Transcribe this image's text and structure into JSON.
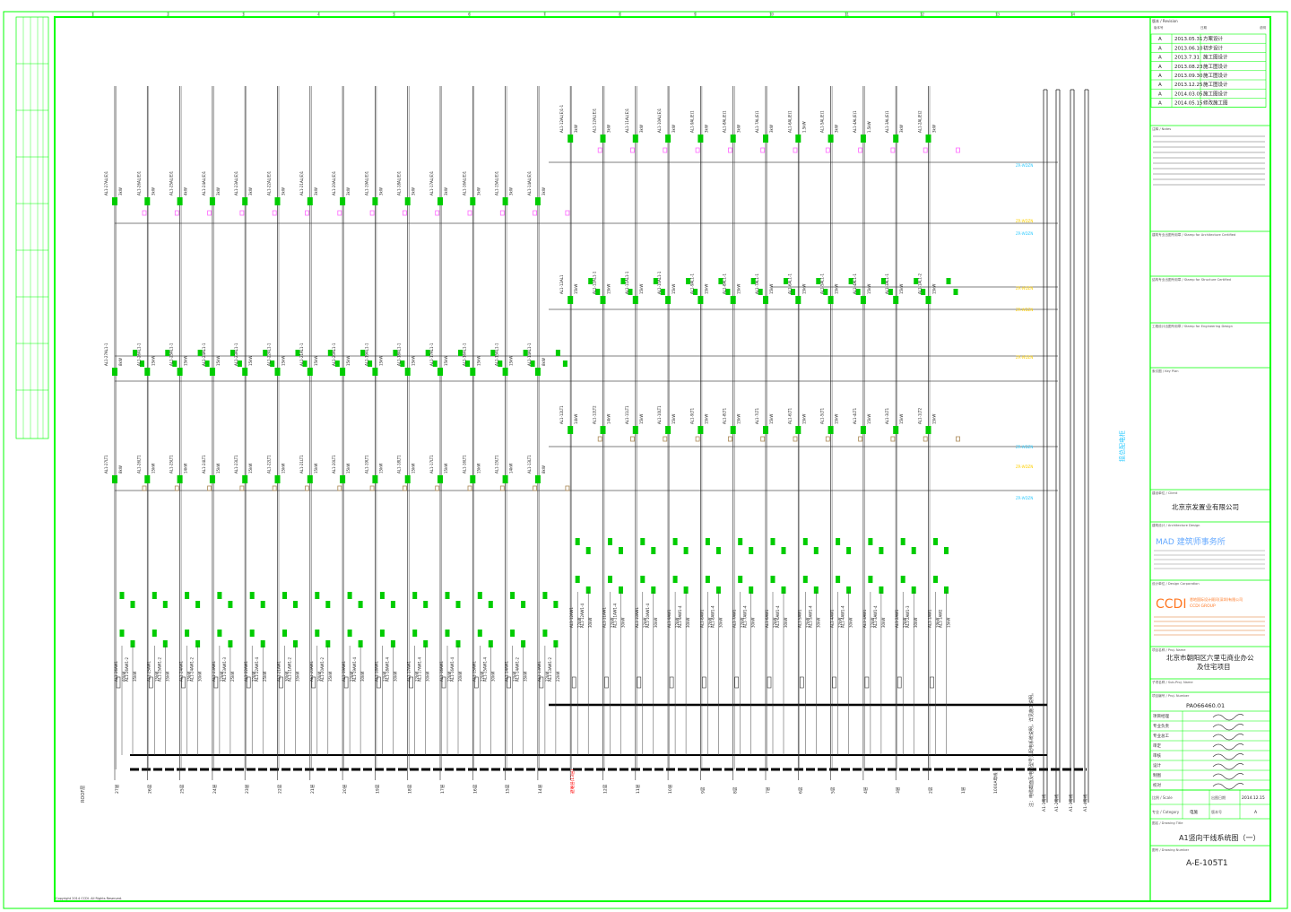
{
  "drawing": {
    "vertical_label": "强电竖井配电箱",
    "copyright": "Copyright 2014 CCDI. All Rights Reserved.",
    "roof_label": "ROOF层",
    "note": "注：电缆截面及电缆型号见配电系统说明，详见施工说明。"
  },
  "floors": [
    "27层",
    "26层",
    "25层",
    "24层",
    "23层",
    "22层",
    "21层",
    "20层",
    "19层",
    "18层",
    "17层",
    "16层",
    "15层",
    "14层",
    "避难层(13层)",
    "12层",
    "11层",
    "10层",
    "9层",
    "8层",
    "7层",
    "6层",
    "5层",
    "4层",
    "3层",
    "2层",
    "1层",
    "1000A母线"
  ],
  "columns": [
    {
      "top_box": "AL1-27AL(E)1",
      "top_kw": "3kW",
      "mid_box": "AL1-27AL1-1",
      "mid_kw": "8kW",
      "low_box": "AL1-27LT1",
      "low_kw": "8kW",
      "feeders": [
        "AL1-26AW1",
        "AL1-26AW1-2"
      ],
      "feeder_kw": [
        "60kW",
        "35kW"
      ]
    },
    {
      "top_box": "AL1-26AL(E)1",
      "top_kw": "3kW",
      "mid_box": "AL1-26AL1-1",
      "mid_kw": "15kW",
      "low_box": "AL1-26LT1",
      "low_kw": "15kW",
      "feeders": [
        "AL1-25AW1",
        "AL1-25AW1-2"
      ],
      "feeder_kw": [
        "15kW",
        "35kW"
      ]
    },
    {
      "top_box": "AL1-25AL(E)1",
      "top_kw": "4kW",
      "mid_box": "AL1-25AL1-1",
      "mid_kw": "15kW",
      "low_box": "AL1-25LT1",
      "low_kw": "14kW",
      "feeders": [
        "AL1-24AW1",
        "AL1-24AW1-2"
      ],
      "feeder_kw": [
        "15kW",
        "30kW"
      ]
    },
    {
      "top_box": "AL1-24AL(E)1",
      "top_kw": "3kW",
      "mid_box": "AL1-24AL1-1",
      "mid_kw": "15kW",
      "low_box": "AL1-24LT1",
      "low_kw": "15kW",
      "feeders": [
        "AL1-23AW1",
        "AL1-23AW1-3"
      ],
      "feeder_kw": [
        "22kW",
        "25kW"
      ]
    },
    {
      "top_box": "AL1-23AL(E)1",
      "top_kw": "3kW",
      "mid_box": "AL1-23AL1-1",
      "mid_kw": "15kW",
      "low_box": "AL1-23LT1",
      "low_kw": "15kW",
      "feeders": [
        "AL1-22AW1",
        "AL1-22AW1-4"
      ],
      "feeder_kw": [
        "22kW",
        "25kW"
      ]
    },
    {
      "top_box": "AL1-22AL(E)1",
      "top_kw": "3kW",
      "mid_box": "AL1-22AL1-1",
      "mid_kw": "15kW",
      "low_box": "AL1-22LT1",
      "low_kw": "15kW",
      "feeders": [
        "AL1-21AW1",
        "AL1-21AW1-2"
      ],
      "feeder_kw": [
        "30kW",
        "35kW"
      ]
    },
    {
      "top_box": "AL1-21AL(E)1",
      "top_kw": "3kW",
      "mid_box": "AL1-21AL1-1",
      "mid_kw": "15kW",
      "low_box": "AL1-21LT1",
      "low_kw": "15kW",
      "feeders": [
        "AL1-20AW1",
        "AL1-20AW1-2"
      ],
      "feeder_kw": [
        "30kW",
        "35kW"
      ]
    },
    {
      "top_box": "AL1-20AL(E)1",
      "top_kw": "3kW",
      "mid_box": "AL1-20AL1-1",
      "mid_kw": "15kW",
      "low_box": "AL1-20LT1",
      "low_kw": "15kW",
      "feeders": [
        "AL1-19AW1",
        "AL1-19AW1-4"
      ],
      "feeder_kw": [
        "22kW",
        "30kW"
      ]
    },
    {
      "top_box": "AL1-19AL(E)1",
      "top_kw": "3kW",
      "mid_box": "AL1-19AL1-1",
      "mid_kw": "15kW",
      "low_box": "AL1-19LT1",
      "low_kw": "15kW",
      "feeders": [
        "AL1-18AW1",
        "AL1-18AW1-4"
      ],
      "feeder_kw": [
        "22kW",
        "30kW"
      ]
    },
    {
      "top_box": "AL1-18AL(E)1",
      "top_kw": "3kW",
      "mid_box": "AL1-18AL1-1",
      "mid_kw": "15kW",
      "low_box": "AL1-18LT1",
      "low_kw": "15kW",
      "feeders": [
        "AL1-17AW1",
        "AL1-17AW1-4"
      ],
      "feeder_kw": [
        "22kW",
        "30kW"
      ]
    },
    {
      "top_box": "AL1-17AL(E)1",
      "top_kw": "3kW",
      "mid_box": "AL1-17AL1-1",
      "mid_kw": "15kW",
      "low_box": "AL1-17LT1",
      "low_kw": "15kW",
      "feeders": [
        "AL1-16AW1",
        "AL1-16AW1-4"
      ],
      "feeder_kw": [
        "22kW",
        "30kW"
      ]
    },
    {
      "top_box": "AL1-16AL(E)1",
      "top_kw": "3kW",
      "mid_box": "AL1-16AL1-1",
      "mid_kw": "15kW",
      "low_box": "AL1-16LT1",
      "low_kw": "15kW",
      "feeders": [
        "AL1-15AW1",
        "AL1-15AW1-4"
      ],
      "feeder_kw": [
        "22kW",
        "30kW"
      ]
    },
    {
      "top_box": "AL1-15AL(E)1",
      "top_kw": "3kW",
      "mid_box": "AL1-15AL1-1",
      "mid_kw": "15kW",
      "low_box": "AL1-15LT1",
      "low_kw": "14kW",
      "feeders": [
        "AL1-14AW1",
        "AL1-14AW1-2"
      ],
      "feeder_kw": [
        "22kW",
        "35kW"
      ]
    },
    {
      "top_box": "AL1-14AL(E)1",
      "top_kw": "3kW",
      "mid_box": "AL1-14AL1-1",
      "mid_kw": "8kW",
      "low_box": "AL1-13LT1",
      "low_kw": "8kW",
      "feeders": [
        "AL1-13AW1",
        "AL1-13AW1-2"
      ],
      "feeder_kw": [
        "22kW",
        "22kW"
      ]
    },
    {
      "top_box": "AL1-12AL(E)1-1",
      "top_kw": "3kW",
      "mid_box": "AL1-12AL1",
      "mid_kw": "15kW",
      "low_box": "AL1-12LT1",
      "low_kw": "14kW",
      "feeders": [
        "AL1-12AW1",
        "AL1-12AW1-4"
      ],
      "feeder_kw": [
        "22kW",
        "30kW"
      ]
    },
    {
      "top_box": "AL1-12AL(E)1",
      "top_kw": "3kW",
      "mid_box": "AL1-12AL1-1",
      "mid_kw": "15kW",
      "low_box": "AL1-12LT2",
      "low_kw": "14kW",
      "feeders": [
        "AL1-11AW1",
        "AL1-11AW1-4"
      ],
      "feeder_kw": [
        "22kW",
        "30kW"
      ]
    },
    {
      "top_box": "AL1-11AL(E)1",
      "top_kw": "3kW",
      "mid_box": "AL1-11AL1-1",
      "mid_kw": "15kW",
      "low_box": "AL1-11LT1",
      "low_kw": "15kW",
      "feeders": [
        "AL1-10AW1",
        "AL1-10AW1-4"
      ],
      "feeder_kw": [
        "22kW",
        "30kW"
      ]
    },
    {
      "top_box": "AL1-10AL(E)1",
      "top_kw": "3kW",
      "mid_box": "AL1-10AL1-1",
      "mid_kw": "15kW",
      "low_box": "AL1-10LT1",
      "low_kw": "15kW",
      "feeders": [
        "AL1-9AW1",
        "AL1-9AW1-4"
      ],
      "feeder_kw": [
        "22kW",
        "30kW"
      ]
    },
    {
      "top_box": "AL1-9AL(E)1",
      "top_kw": "3kW",
      "mid_box": "AL1-9AL1-1",
      "mid_kw": "15kW",
      "low_box": "AL1-9LT1",
      "low_kw": "15kW",
      "feeders": [
        "AL1-8AW1",
        "AL1-8AW1-4"
      ],
      "feeder_kw": [
        "22kW",
        "30kW"
      ]
    },
    {
      "top_box": "AL1-8AL(E)1",
      "top_kw": "3kW",
      "mid_box": "AL1-8AL1-1",
      "mid_kw": "15kW",
      "low_box": "AL1-8LT1",
      "low_kw": "15kW",
      "feeders": [
        "AL1-7AW1",
        "AL1-7AW1-4"
      ],
      "feeder_kw": [
        "22kW",
        "30kW"
      ]
    },
    {
      "top_box": "AL1-7AL(E)1",
      "top_kw": "3kW",
      "mid_box": "AL1-7AL1-1",
      "mid_kw": "15kW",
      "low_box": "AL1-7LT1",
      "low_kw": "15kW",
      "feeders": [
        "AL1-6AW1",
        "AL1-6AW1-4"
      ],
      "feeder_kw": [
        "22kW",
        "30kW"
      ]
    },
    {
      "top_box": "AL1-6AL(E)1",
      "top_kw": "1.5kW",
      "mid_box": "AL1-6AL1-1",
      "mid_kw": "15kW",
      "low_box": "AL1-6LT1",
      "low_kw": "15kW",
      "feeders": [
        "AL1-5AW1",
        "AL1-5AW1-4"
      ],
      "feeder_kw": [
        "22kW",
        "30kW"
      ]
    },
    {
      "top_box": "AL1-5AL(E)1",
      "top_kw": "3kW",
      "mid_box": "AL1-5AL1-1",
      "mid_kw": "15kW",
      "low_box": "AL1-5LT1",
      "low_kw": "15kW",
      "feeders": [
        "AL1-4AW1",
        "AL1-4AW1-4"
      ],
      "feeder_kw": [
        "22kW",
        "30kW"
      ]
    },
    {
      "top_box": "AL1-4AL(E)1",
      "top_kw": "1.5kW",
      "mid_box": "AL1-4AL1-1",
      "mid_kw": "15kW",
      "low_box": "AL1-4LT1",
      "low_kw": "15kW",
      "feeders": [
        "AL1-3AW1",
        "AL1-3AW1-4"
      ],
      "feeder_kw": [
        "22kW",
        "30kW"
      ]
    },
    {
      "top_box": "AL1-3AL(E)1",
      "top_kw": "3kW",
      "mid_box": "AL1-3AL1-1",
      "mid_kw": "15kW",
      "low_box": "AL1-3LT1",
      "low_kw": "15kW",
      "feeders": [
        "AL1-2AW1",
        "AL1-2AW1-3"
      ],
      "feeder_kw": [
        "22kW",
        "30kW"
      ]
    },
    {
      "top_box": "AL1-2AL(E)2",
      "top_kw": "3kW",
      "mid_box": "AL1-1AL1-2",
      "mid_kw": "15kW",
      "low_box": "AL1-1LT2",
      "low_kw": "15kW",
      "feeders": [
        "AL1-1AW1",
        "AL1-1AW2"
      ],
      "feeder_kw": [
        "19kW",
        "15kW"
      ]
    }
  ],
  "bus_labels": [
    "A1-1母线",
    "A1-2母线",
    "A1-3母线",
    "A1-4母线"
  ],
  "riser_tags": [
    "ZR-WDZN",
    "ZR-WDZN",
    "ZR-WDZN",
    "ZR-WDZN",
    "ZR-WDZN",
    "ZR-WDZN",
    "ZR-WDZN"
  ],
  "floor_number_ticks": [
    "1",
    "2",
    "3",
    "4",
    "5",
    "6",
    "7",
    "8",
    "9",
    "10",
    "11",
    "12",
    "13",
    "14"
  ],
  "side_labels": [
    "A1-1母线",
    "A1-2母线",
    "A1-3母线",
    "A1-4母线"
  ],
  "cyan_note": "接总配电柜",
  "title_block": {
    "revision_header": "版本 / Revision",
    "rev_cols": [
      "版本号",
      "日期",
      "说明"
    ],
    "revisions": [
      {
        "v": "A",
        "date": "2013.05.31",
        "desc": "方案设计"
      },
      {
        "v": "A",
        "date": "2013.06.10",
        "desc": "初步设计"
      },
      {
        "v": "A",
        "date": "2013.7.31",
        "desc": "施工图设计"
      },
      {
        "v": "A",
        "date": "2013.08.23",
        "desc": "施工图设计"
      },
      {
        "v": "A",
        "date": "2013.09.30",
        "desc": "施工图设计"
      },
      {
        "v": "A",
        "date": "2013.12.25",
        "desc": "施工图设计"
      },
      {
        "v": "A",
        "date": "2014.03.05",
        "desc": "施工图设计"
      },
      {
        "v": "A",
        "date": "2014.05.15",
        "desc": "修改施工图"
      }
    ],
    "notes_label": "注释 / Notes",
    "stamp_arch": "建筑专业出图专用章 / Stamp for Architecture Certified",
    "stamp_struct": "结构专业出图专用章 / Stamp for Structure Certified",
    "stamp_design": "工程设计出图专用章 / Stamp for Engineering Design",
    "key_plan": "索引图 / Key Plan",
    "client_label": "建设单位 / Client",
    "client": "北京京发置业有限公司",
    "arch_design_label": "建筑设计 / Architecture Design",
    "arch_firm": "MAD 建筑师事务所",
    "design_corp_label": "设计单位 / Design Corporation",
    "ccdi": "悉地国际设计顾问(深圳)有限公司",
    "ccdi_en": "CCDI GROUP",
    "project_label": "项目名称 / Proj. Name",
    "project": "北京市朝阳区六里屯商业办公及住宅项目",
    "sub_project_label": "子项名称 / Sub-Proj. Name",
    "proj_number_label": "项目编号 / Proj. Number",
    "proj_number": "PA066460.01",
    "roles": [
      "项目经理",
      "专业负责",
      "专业总工",
      "审定",
      "审核",
      "设计",
      "制图",
      "校对"
    ],
    "scale_label": "比例 / Scale",
    "category_label": "专业 / Category",
    "category": "电施",
    "date_label": "出图日期",
    "date": "2014.12.15",
    "version_label": "版本号",
    "version": "A",
    "drawing_title_label": "图名 / Drawing Title",
    "drawing_title": "A1竖向干线系统图（一）",
    "drawing_number_label": "图号 / Drawing Number",
    "drawing_number": "A-E-105T1"
  },
  "colors": {
    "border": "#00ff00",
    "accent_green": "#00cc00",
    "line": "#333333",
    "magenta": "#ff66ff",
    "cyan": "#33ccff",
    "yellow": "#ffd000",
    "red": "#ff0000"
  }
}
